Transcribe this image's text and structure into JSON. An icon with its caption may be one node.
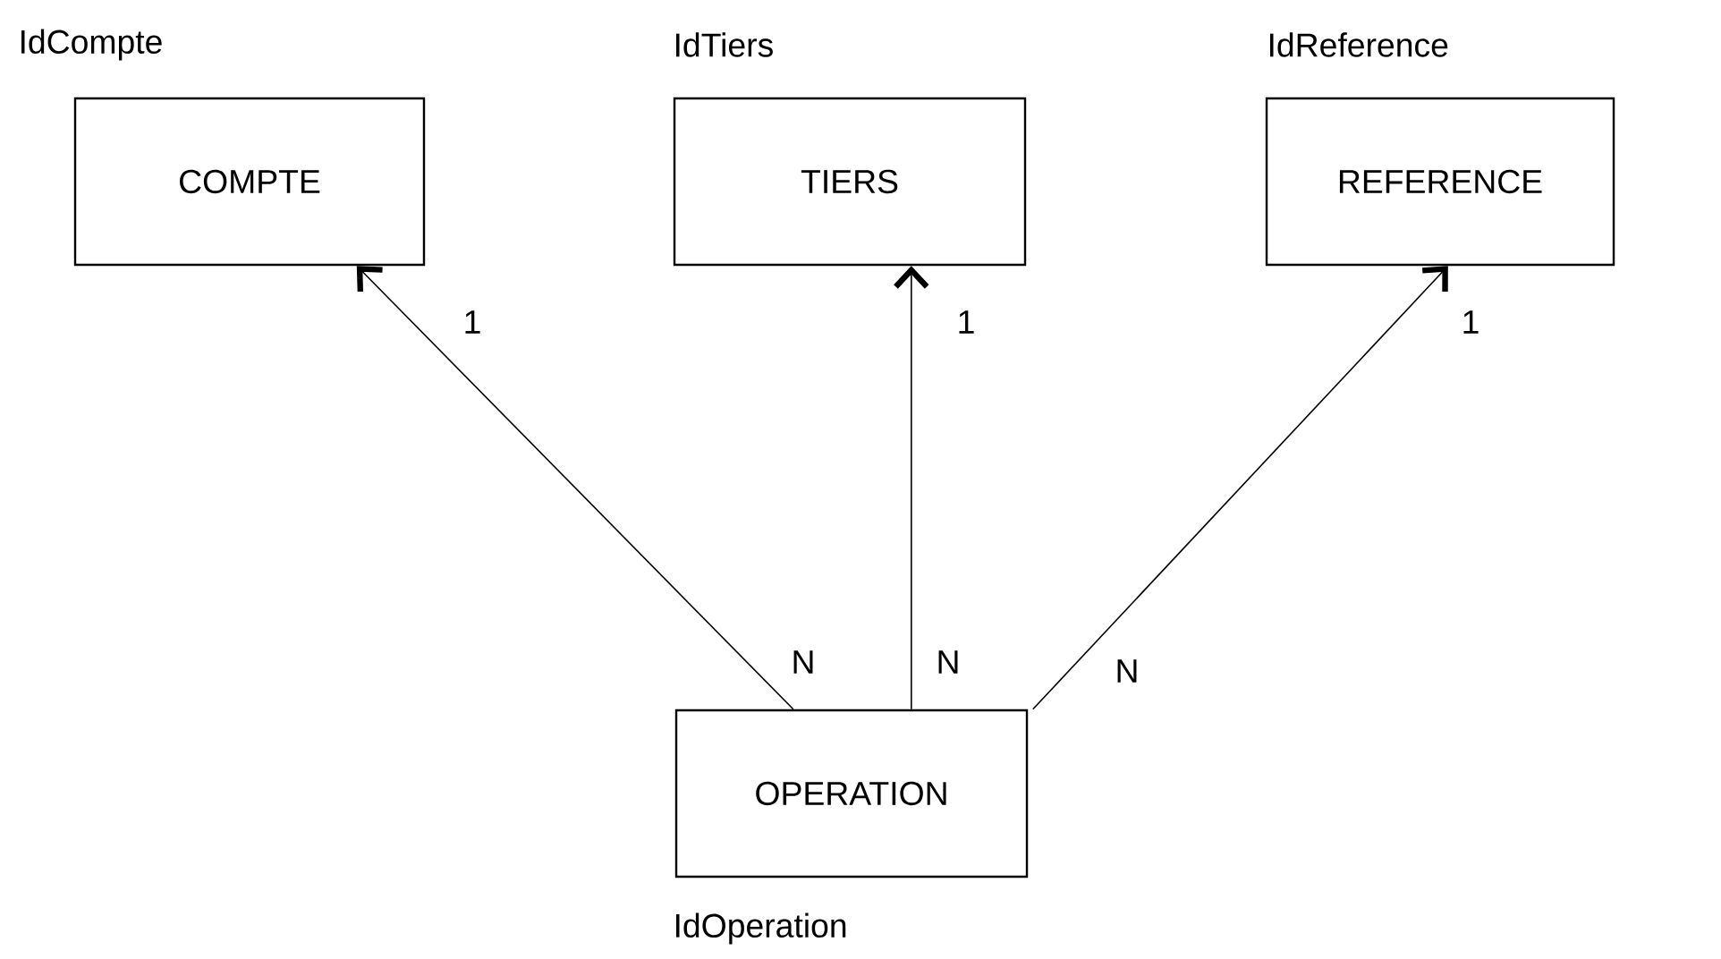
{
  "diagram": {
    "nodes": [
      {
        "text": [
          "IdCompte",
          "COMPTE"
        ]
      },
      {
        "text": [
          "IdTiers",
          "TIERS"
        ]
      },
      {
        "text": [
          "IdReference",
          "REFERENCE"
        ]
      },
      {
        "text": [
          "OPERATION",
          "IdOperation"
        ]
      }
    ],
    "edges": [
      {
        "from": 3,
        "to": 0,
        "arrow": "to"
      },
      {
        "from": 3,
        "to": 1,
        "arrow": "to"
      },
      {
        "from": 3,
        "to": 2,
        "arrow": "to"
      }
    ],
    "labels": [
      "1",
      "1",
      "1",
      "N",
      "N",
      "N"
    ]
  }
}
